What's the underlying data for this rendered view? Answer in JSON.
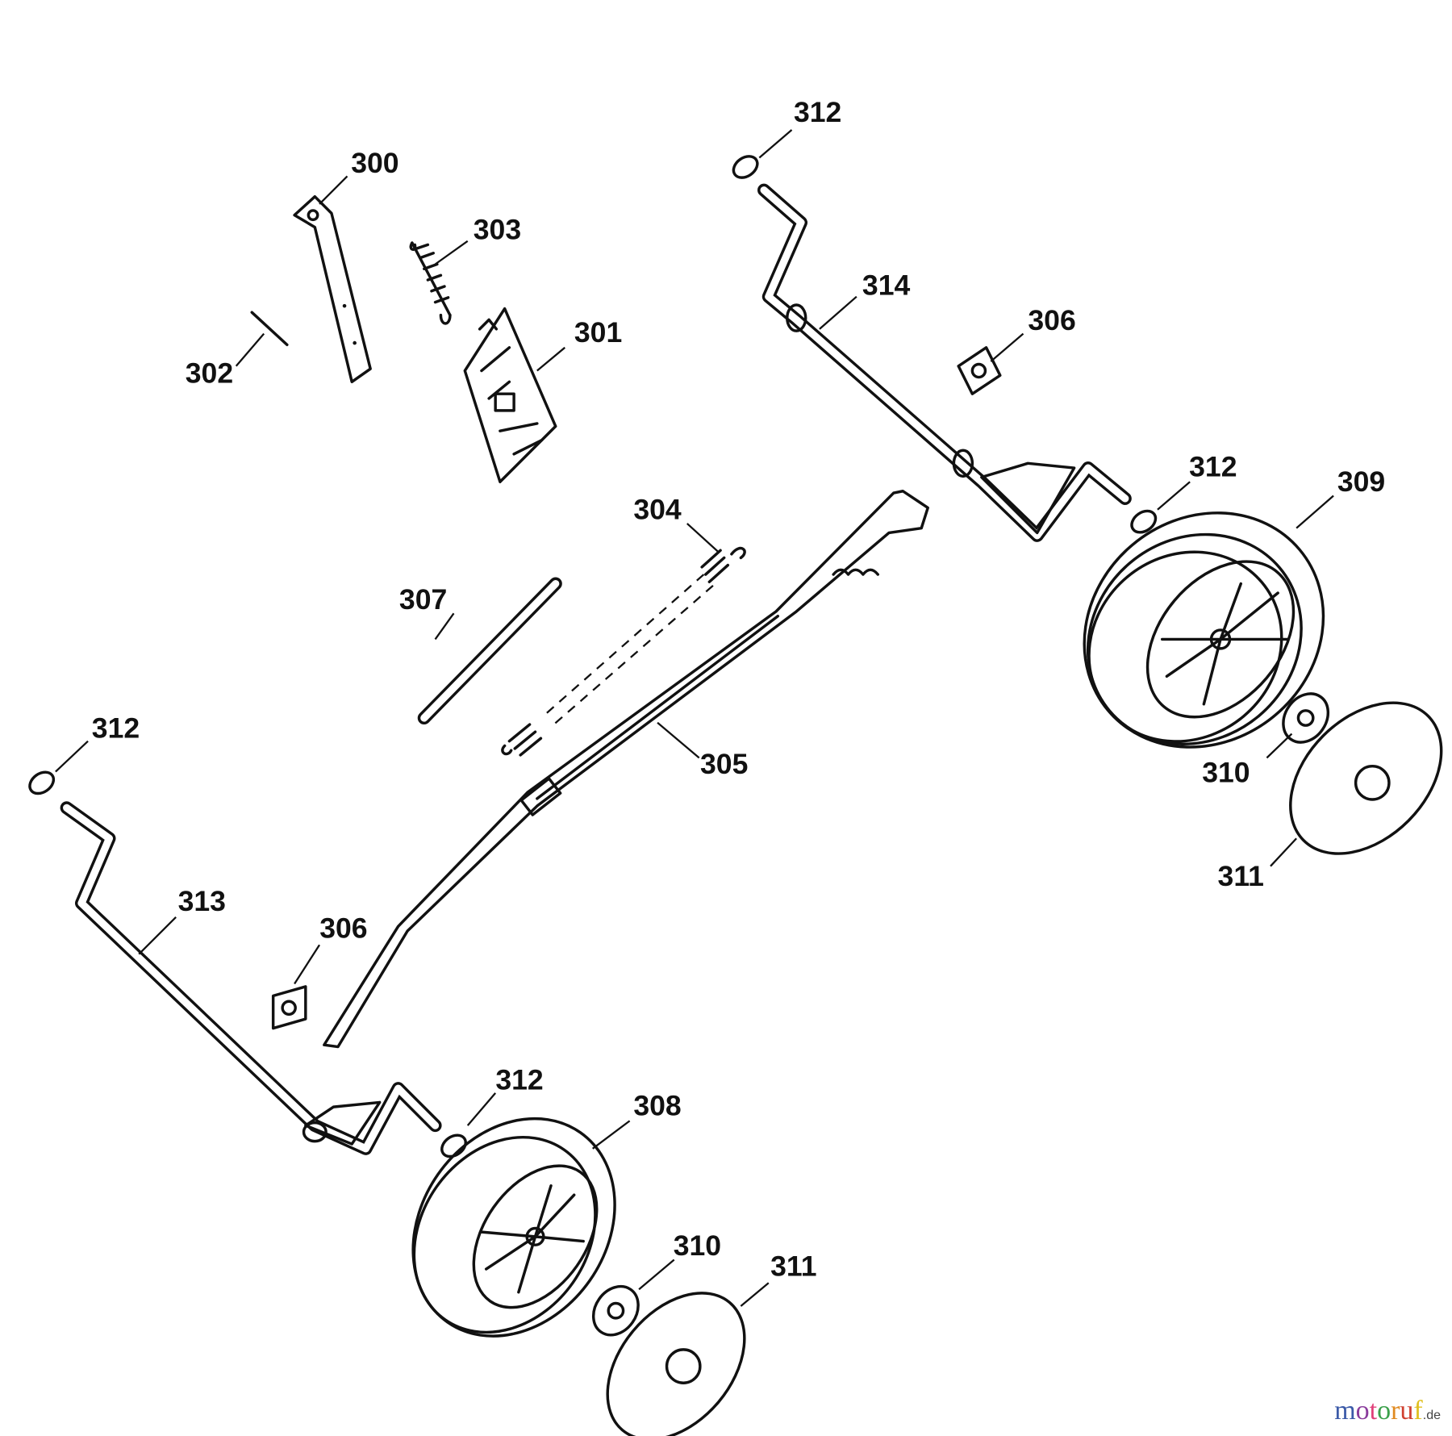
{
  "diagram": {
    "labels": {
      "p300": "300",
      "p301": "301",
      "p302": "302",
      "p303": "303",
      "p304": "304",
      "p305": "305",
      "p306a": "306",
      "p306b": "306",
      "p307": "307",
      "p308": "308",
      "p309": "309",
      "p310a": "310",
      "p310b": "310",
      "p311a": "311",
      "p311b": "311",
      "p312a": "312",
      "p312b": "312",
      "p312c": "312",
      "p312d": "312",
      "p313": "313",
      "p314": "314"
    }
  },
  "watermark": {
    "text": "motoruf",
    "suffix": ".de",
    "colors": [
      "#3b5aa8",
      "#8a3c9c",
      "#e0407a",
      "#3aa04a",
      "#e08a20",
      "#d04030",
      "#e0c020"
    ]
  }
}
